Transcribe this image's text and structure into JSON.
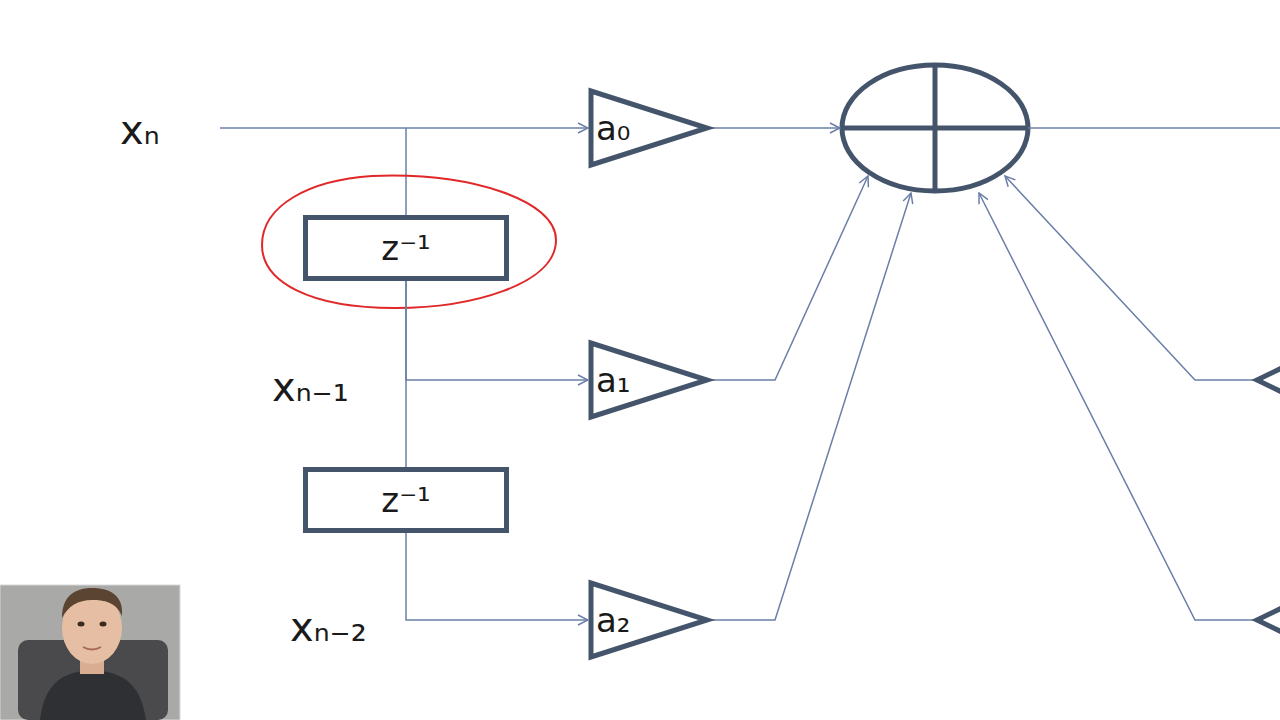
{
  "diagram": {
    "nodes": [
      {
        "text": [
          "a₀"
        ]
      },
      {
        "text": [
          "z⁻¹"
        ]
      },
      {
        "text": [
          "a₁"
        ]
      },
      {
        "text": [
          "z⁻¹"
        ]
      },
      {
        "text": [
          "a₂"
        ]
      }
    ],
    "edges": [
      {
        "from": 1,
        "to": 2,
        "arrow": "to"
      },
      {
        "from": 1,
        "to": 3,
        "arrow": "none"
      },
      {
        "from": 3,
        "to": 4,
        "arrow": "to"
      }
    ],
    "labels": [
      "xₙ",
      "xₙ₋₁",
      "xₙ₋₂"
    ]
  }
}
